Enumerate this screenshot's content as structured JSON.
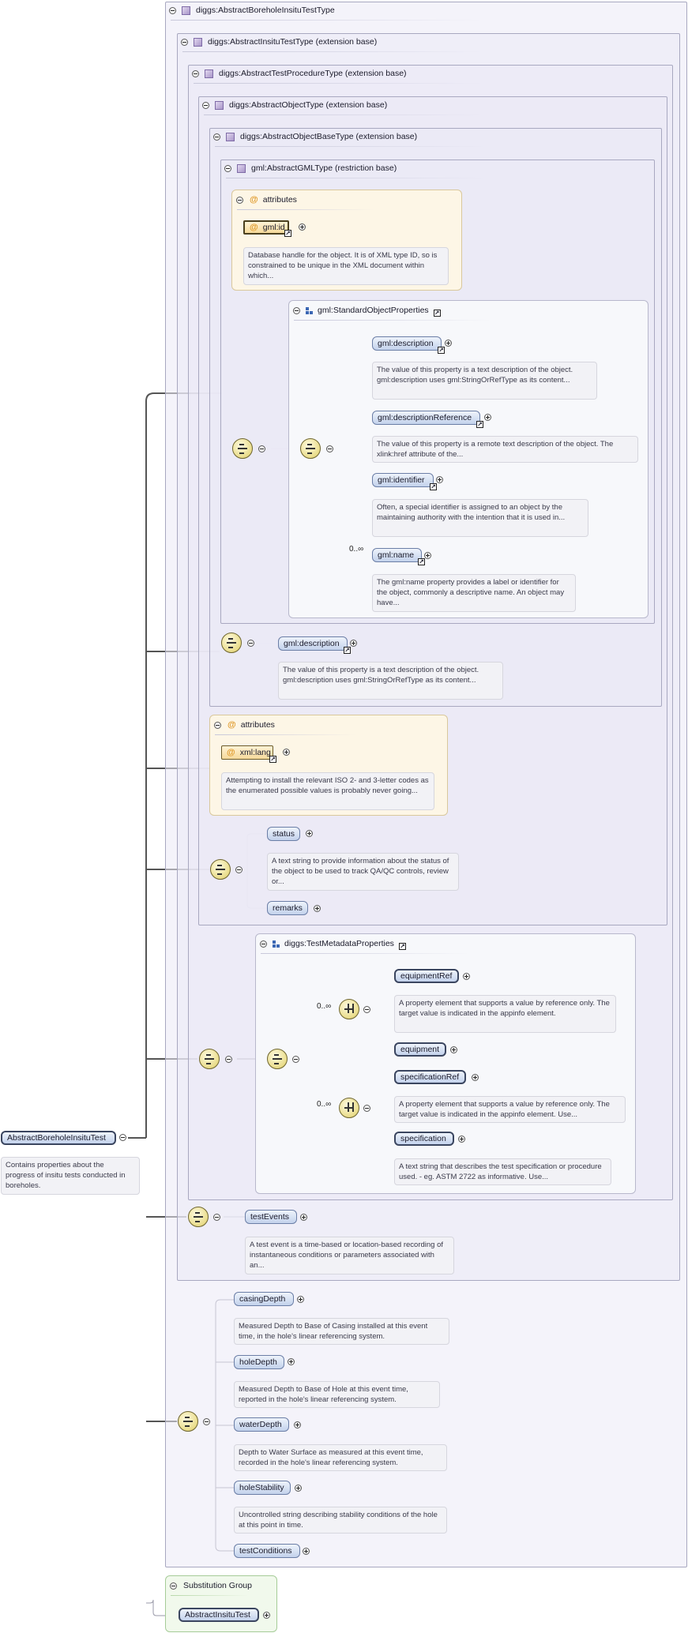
{
  "root": {
    "name": "AbstractBoreholeInsituTest",
    "description": "Contains properties about the progress of insitu tests conducted in boreholes."
  },
  "types": {
    "t1": "diggs:AbstractBoreholeInsituTestType",
    "t2": "diggs:AbstractInsituTestType (extension base)",
    "t3": "diggs:AbstractTestProcedureType (extension base)",
    "t4": "diggs:AbstractObjectType (extension base)",
    "t5": "diggs:AbstractObjectBaseType (extension base)",
    "t6": "gml:AbstractGMLType (restriction base)"
  },
  "gml_attributes": {
    "title": "attributes",
    "id": "gml:id",
    "id_desc": "Database handle for the object. It is of XML type ID, so is constrained to be unique in the XML document within which..."
  },
  "standard_object_properties": {
    "title": "gml:StandardObjectProperties",
    "items": [
      {
        "name": "gml:description",
        "desc": "The value of this property is a text description of the object. gml:description uses gml:StringOrRefType as its content..."
      },
      {
        "name": "gml:descriptionReference",
        "desc": "The value of this property is a remote text description of the object. The xlink:href attribute of the..."
      },
      {
        "name": "gml:identifier",
        "desc": "Often, a special identifier is assigned to an object by the maintaining authority with the intention that it is used in..."
      },
      {
        "name": "gml:name",
        "desc": "The gml:name property provides a label or identifier for the object, commonly a descriptive name. An object may have...",
        "cardinality": "0..∞"
      }
    ]
  },
  "object_base_description": {
    "name": "gml:description",
    "desc": "The value of this property is a text description of the object. gml:description uses gml:StringOrRefType as its content..."
  },
  "xml_attributes": {
    "title": "attributes",
    "lang": "xml:lang",
    "lang_desc": "Attempting to install the relevant ISO 2- and 3-letter codes as the enumerated possible values is probably never going..."
  },
  "object_type_seq": {
    "status": "status",
    "status_desc": "A text string to provide information about the status of the object to be used to track QA/QC controls, review or...",
    "remarks": "remarks"
  },
  "test_metadata": {
    "title": "diggs:TestMetadataProperties",
    "choice1_card": "0..∞",
    "equipmentRef": "equipmentRef",
    "equipmentRef_desc": "A property element that supports a value by reference only. The target value is indicated in the appinfo element.",
    "equipment": "equipment",
    "choice2_card": "0..∞",
    "specificationRef": "specificationRef",
    "specificationRef_desc": "A property element that supports a value by reference only. The target value is indicated in the appinfo element. Use...",
    "specification": "specification",
    "specification_desc": "A text string that describes the test specification or procedure used. - eg. ASTM 2722 as informative. Use..."
  },
  "insitu_seq": {
    "testEvents": "testEvents",
    "testEvents_desc": "A test event is a time-based or location-based recording of instantaneous conditions or parameters associated with an..."
  },
  "borehole_seq": {
    "items": [
      {
        "name": "casingDepth",
        "desc": "Measured Depth to Base of Casing installed at this event time, in the hole's linear referencing system."
      },
      {
        "name": "holeDepth",
        "desc": "Measured Depth to Base of Hole at this event time, reported in the hole's linear referencing system."
      },
      {
        "name": "waterDepth",
        "desc": "Depth to Water Surface as measured at this event time, recorded in the hole's linear referencing system."
      },
      {
        "name": "holeStability",
        "desc": "Uncontrolled string describing stability conditions of the hole at this point in time."
      },
      {
        "name": "testConditions"
      }
    ]
  },
  "substitution_group": {
    "title": "Substitution Group",
    "item": "AbstractInsituTest"
  }
}
